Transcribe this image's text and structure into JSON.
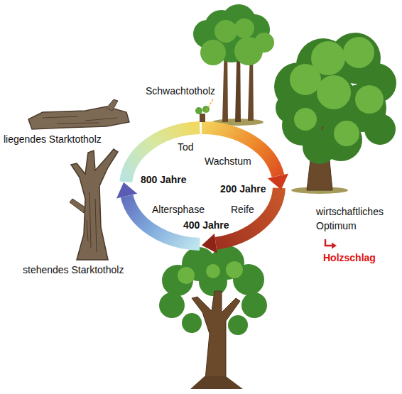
{
  "diagram": {
    "labels": [
      "Schwachtotholz",
      "liegendes Starktotholz",
      "Tod",
      "Wachstum",
      "800 Jahre",
      "200 Jahre",
      "Altersphase",
      "Reife",
      "wirtschaftliches Optimum",
      "400 Jahre",
      "Holzschlag",
      "stehendes Starktotholz"
    ]
  }
}
